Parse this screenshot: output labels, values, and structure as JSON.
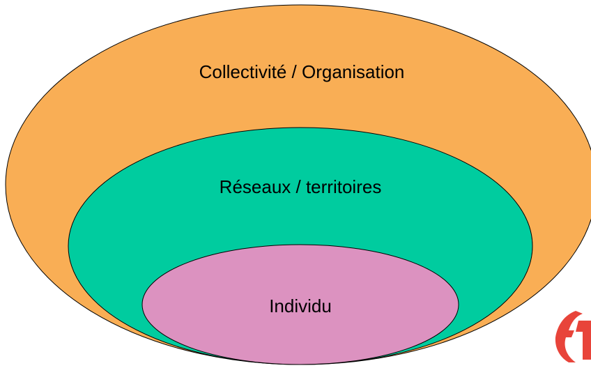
{
  "diagram": {
    "layers": [
      {
        "id": "outer",
        "label": "Collectivité / Organisation",
        "color": "#F9AE55"
      },
      {
        "id": "middle",
        "label": "Réseaux / territoires",
        "color": "#00CC9F"
      },
      {
        "id": "inner",
        "label": "Individu",
        "color": "#DC92C0"
      }
    ],
    "outline_color": "#000000",
    "logo": {
      "icon": "brand-logo-icon",
      "color": "#E8443A"
    }
  }
}
